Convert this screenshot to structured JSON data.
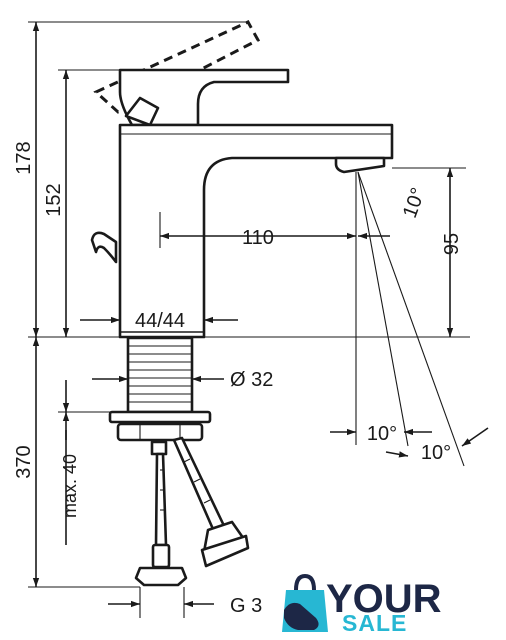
{
  "dimensions": {
    "total_height": "178",
    "spout_height": "152",
    "spout_reach": "110",
    "outlet_height": "95",
    "base_size": "44/44",
    "shank_diameter": "Ø 32",
    "spray_angle": "10°",
    "angle_bottom_left": "10°",
    "angle_bottom_right": "10°",
    "hose_length": "370",
    "max_thickness": "max. 40",
    "thread": "G 3"
  },
  "logo": {
    "word_top": "YOUR",
    "word_bottom": "SALE",
    "colors": {
      "navy": "#1d2746",
      "cyan": "#27b7d3"
    }
  }
}
